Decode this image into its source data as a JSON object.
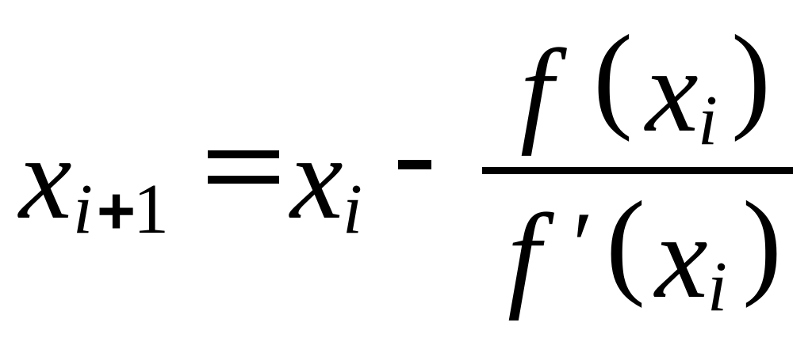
{
  "formula": {
    "lhs": {
      "var": "x",
      "sub_var": "i",
      "sub_plus": "+",
      "sub_num": "1"
    },
    "equals": "=",
    "rhs_var": "x",
    "rhs_sub": "i",
    "minus": "-",
    "numerator": {
      "func": "f",
      "open": "(",
      "var": "x",
      "sub": "i",
      "close": ")"
    },
    "denominator": {
      "func": "f",
      "prime": "′",
      "open": "(",
      "var": "x",
      "sub": "i",
      "close": ")"
    }
  }
}
